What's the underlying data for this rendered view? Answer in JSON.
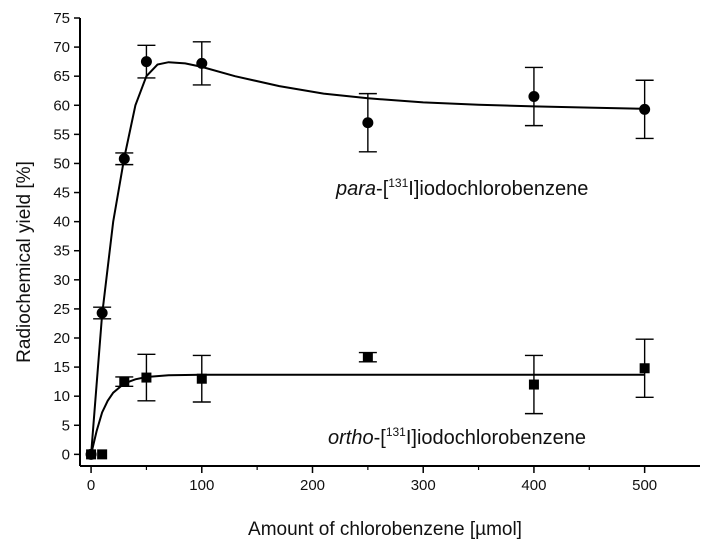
{
  "chart_data": {
    "type": "scatter",
    "xlabel": "Amount of chlorobenzene [µmol]",
    "ylabel": "Radiochemical yield [%]",
    "xlim": [
      -10,
      550
    ],
    "ylim": [
      -2,
      75
    ],
    "x_ticks": [
      0,
      100,
      200,
      300,
      400,
      500
    ],
    "x_tick_labels": [
      "0",
      "100",
      "200",
      "300",
      "400",
      "500"
    ],
    "y_ticks": [
      0,
      5,
      10,
      15,
      20,
      25,
      30,
      35,
      40,
      45,
      50,
      55,
      60,
      65,
      70,
      75
    ],
    "y_tick_labels": [
      "0",
      "5",
      "10",
      "15",
      "20",
      "25",
      "30",
      "35",
      "40",
      "45",
      "50",
      "55",
      "60",
      "65",
      "70",
      "75"
    ],
    "x_minor_step": 50,
    "grid": false,
    "marker_color": "#000000",
    "series": [
      {
        "marker": "circle",
        "label": {
          "prefix": "para",
          "middle": "-[",
          "superscript": "131",
          "suffix": "I]iodochlorobenzene"
        },
        "points": [
          {
            "x": 0,
            "y": 0,
            "err": 0
          },
          {
            "x": 10,
            "y": 24.3,
            "err": 1
          },
          {
            "x": 30,
            "y": 50.8,
            "err": 1
          },
          {
            "x": 50,
            "y": 67.5,
            "err": 2.8
          },
          {
            "x": 100,
            "y": 67.2,
            "err": 3.7
          },
          {
            "x": 250,
            "y": 57,
            "err": 5
          },
          {
            "x": 400,
            "y": 61.5,
            "err": 5
          },
          {
            "x": 500,
            "y": 59.3,
            "err": 5
          }
        ],
        "fit": [
          [
            0,
            0
          ],
          [
            5,
            12
          ],
          [
            10,
            24
          ],
          [
            20,
            40
          ],
          [
            30,
            51
          ],
          [
            40,
            60
          ],
          [
            50,
            65
          ],
          [
            60,
            67
          ],
          [
            70,
            67.4
          ],
          [
            85,
            67.2
          ],
          [
            100,
            66.6
          ],
          [
            130,
            65
          ],
          [
            170,
            63.3
          ],
          [
            210,
            62
          ],
          [
            250,
            61.2
          ],
          [
            300,
            60.5
          ],
          [
            350,
            60.1
          ],
          [
            400,
            59.8
          ],
          [
            450,
            59.6
          ],
          [
            500,
            59.4
          ]
        ]
      },
      {
        "marker": "square",
        "label": {
          "prefix": "ortho",
          "middle": "-[",
          "superscript": "131",
          "suffix": "I]iodochlorobenzene"
        },
        "points": [
          {
            "x": 0,
            "y": 0,
            "err": 0
          },
          {
            "x": 10,
            "y": 0,
            "err": 0
          },
          {
            "x": 30,
            "y": 12.5,
            "err": 0.8
          },
          {
            "x": 50,
            "y": 13.2,
            "err": 4
          },
          {
            "x": 100,
            "y": 13,
            "err": 4
          },
          {
            "x": 250,
            "y": 16.7,
            "err": 0.8
          },
          {
            "x": 400,
            "y": 12,
            "err": 5
          },
          {
            "x": 500,
            "y": 14.8,
            "err": 5
          }
        ],
        "fit": [
          [
            0,
            0
          ],
          [
            5,
            4
          ],
          [
            10,
            7.2
          ],
          [
            15,
            9.2
          ],
          [
            20,
            10.6
          ],
          [
            30,
            12.2
          ],
          [
            40,
            12.9
          ],
          [
            50,
            13.3
          ],
          [
            70,
            13.6
          ],
          [
            100,
            13.7
          ],
          [
            200,
            13.7
          ],
          [
            300,
            13.7
          ],
          [
            400,
            13.7
          ],
          [
            500,
            13.7
          ]
        ]
      }
    ]
  }
}
